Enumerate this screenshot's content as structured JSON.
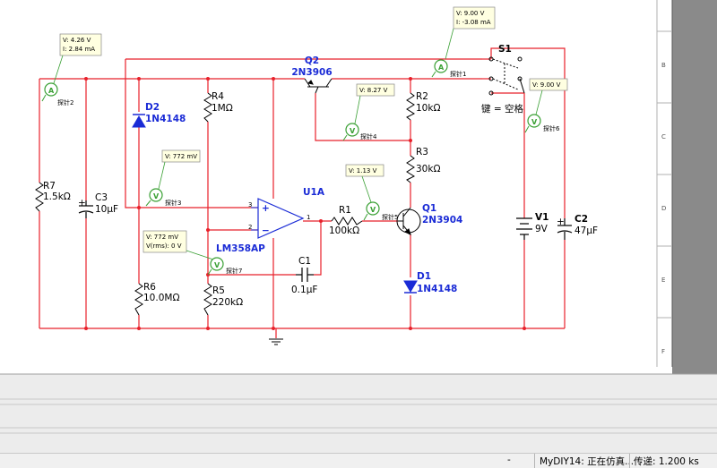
{
  "components": {
    "Q2": {
      "ref": "Q2",
      "model": "2N3906"
    },
    "Q1": {
      "ref": "Q1",
      "model": "2N3904"
    },
    "U1": {
      "ref": "U1A",
      "model": "LM358AP",
      "pin_plus": "3",
      "pin_minus": "2",
      "pin_out": "1",
      "sign_plus": "+",
      "sign_minus": "−"
    },
    "D2": {
      "ref": "D2",
      "model": "1N4148"
    },
    "D1": {
      "ref": "D1",
      "model": "1N4148"
    },
    "R1": {
      "ref": "R1",
      "value": "100kΩ"
    },
    "R2": {
      "ref": "R2",
      "value": "10kΩ"
    },
    "R3": {
      "ref": "R3",
      "value": "30kΩ"
    },
    "R4": {
      "ref": "R4",
      "value": "1MΩ"
    },
    "R5": {
      "ref": "R5",
      "value": "220kΩ"
    },
    "R6": {
      "ref": "R6",
      "value": "10.0MΩ"
    },
    "R7": {
      "ref": "R7",
      "value": "1.5kΩ"
    },
    "C1": {
      "ref": "C1",
      "value": "0.1μF"
    },
    "C2": {
      "ref": "C2",
      "value": "47μF"
    },
    "C3": {
      "ref": "C3",
      "value": "10μF"
    },
    "V1": {
      "ref": "V1",
      "value": "9V"
    },
    "S1": {
      "ref": "S1",
      "key_label": "键 = 空格"
    }
  },
  "probes": [
    {
      "id": "probe1",
      "type": "A",
      "tag": "探针1",
      "lines": [
        "V: 9.00 V",
        "I: -3.08 mA"
      ]
    },
    {
      "id": "probe2",
      "type": "A",
      "tag": "探针2",
      "lines": [
        "V: 4.26 V",
        "I: 2.84 mA"
      ]
    },
    {
      "id": "probe3",
      "type": "V",
      "tag": "探针3",
      "lines": [
        "V: 772 mV"
      ]
    },
    {
      "id": "probe4",
      "type": "V",
      "tag": "探针4",
      "lines": [
        "V: 8.27 V"
      ]
    },
    {
      "id": "probe5",
      "type": "V",
      "tag": "探针5",
      "lines": [
        "V: 1.13 V"
      ]
    },
    {
      "id": "probe6",
      "type": "V",
      "tag": "探针6",
      "lines": [
        "V: 9.00 V"
      ]
    },
    {
      "id": "probe7",
      "type": "V",
      "tag": "探针7",
      "lines": [
        "V: 772 mV",
        "V(rms): 0 V"
      ]
    }
  ],
  "ruler": [
    "B",
    "C",
    "D",
    "E",
    "F"
  ],
  "status": {
    "field1": "-",
    "field2": "MyDIY14: 正在仿真...",
    "field3": "传递: 1.200 ks"
  },
  "colors": {
    "wire": "#e8202a",
    "component_label": "#1a2bd6",
    "probe": "#3aa034"
  }
}
